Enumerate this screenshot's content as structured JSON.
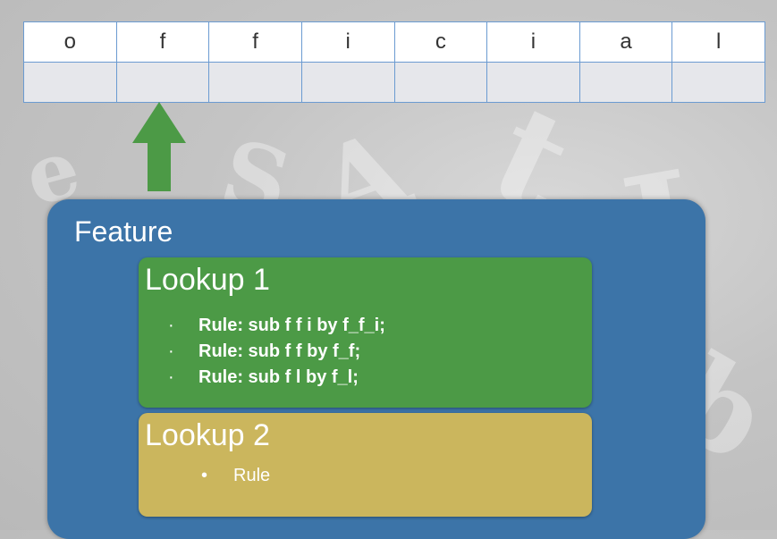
{
  "glyph_row": [
    "o",
    "f",
    "f",
    "i",
    "c",
    "i",
    "a",
    "l"
  ],
  "feature": {
    "title": "Feature",
    "lookups": [
      {
        "title": "Lookup 1",
        "rules": [
          "Rule: sub f f i by f_f_i;",
          "Rule: sub f f by f_f;",
          "Rule: sub f l by f_l;"
        ]
      },
      {
        "title": "Lookup 2",
        "rules": [
          "Rule"
        ]
      }
    ]
  },
  "colors": {
    "feature_bg": "#3c74a8",
    "lookup1_bg": "#4c9a46",
    "lookup2_bg": "#cbb65d",
    "arrow": "#4c9a46",
    "table_border": "#6b9bd1"
  }
}
